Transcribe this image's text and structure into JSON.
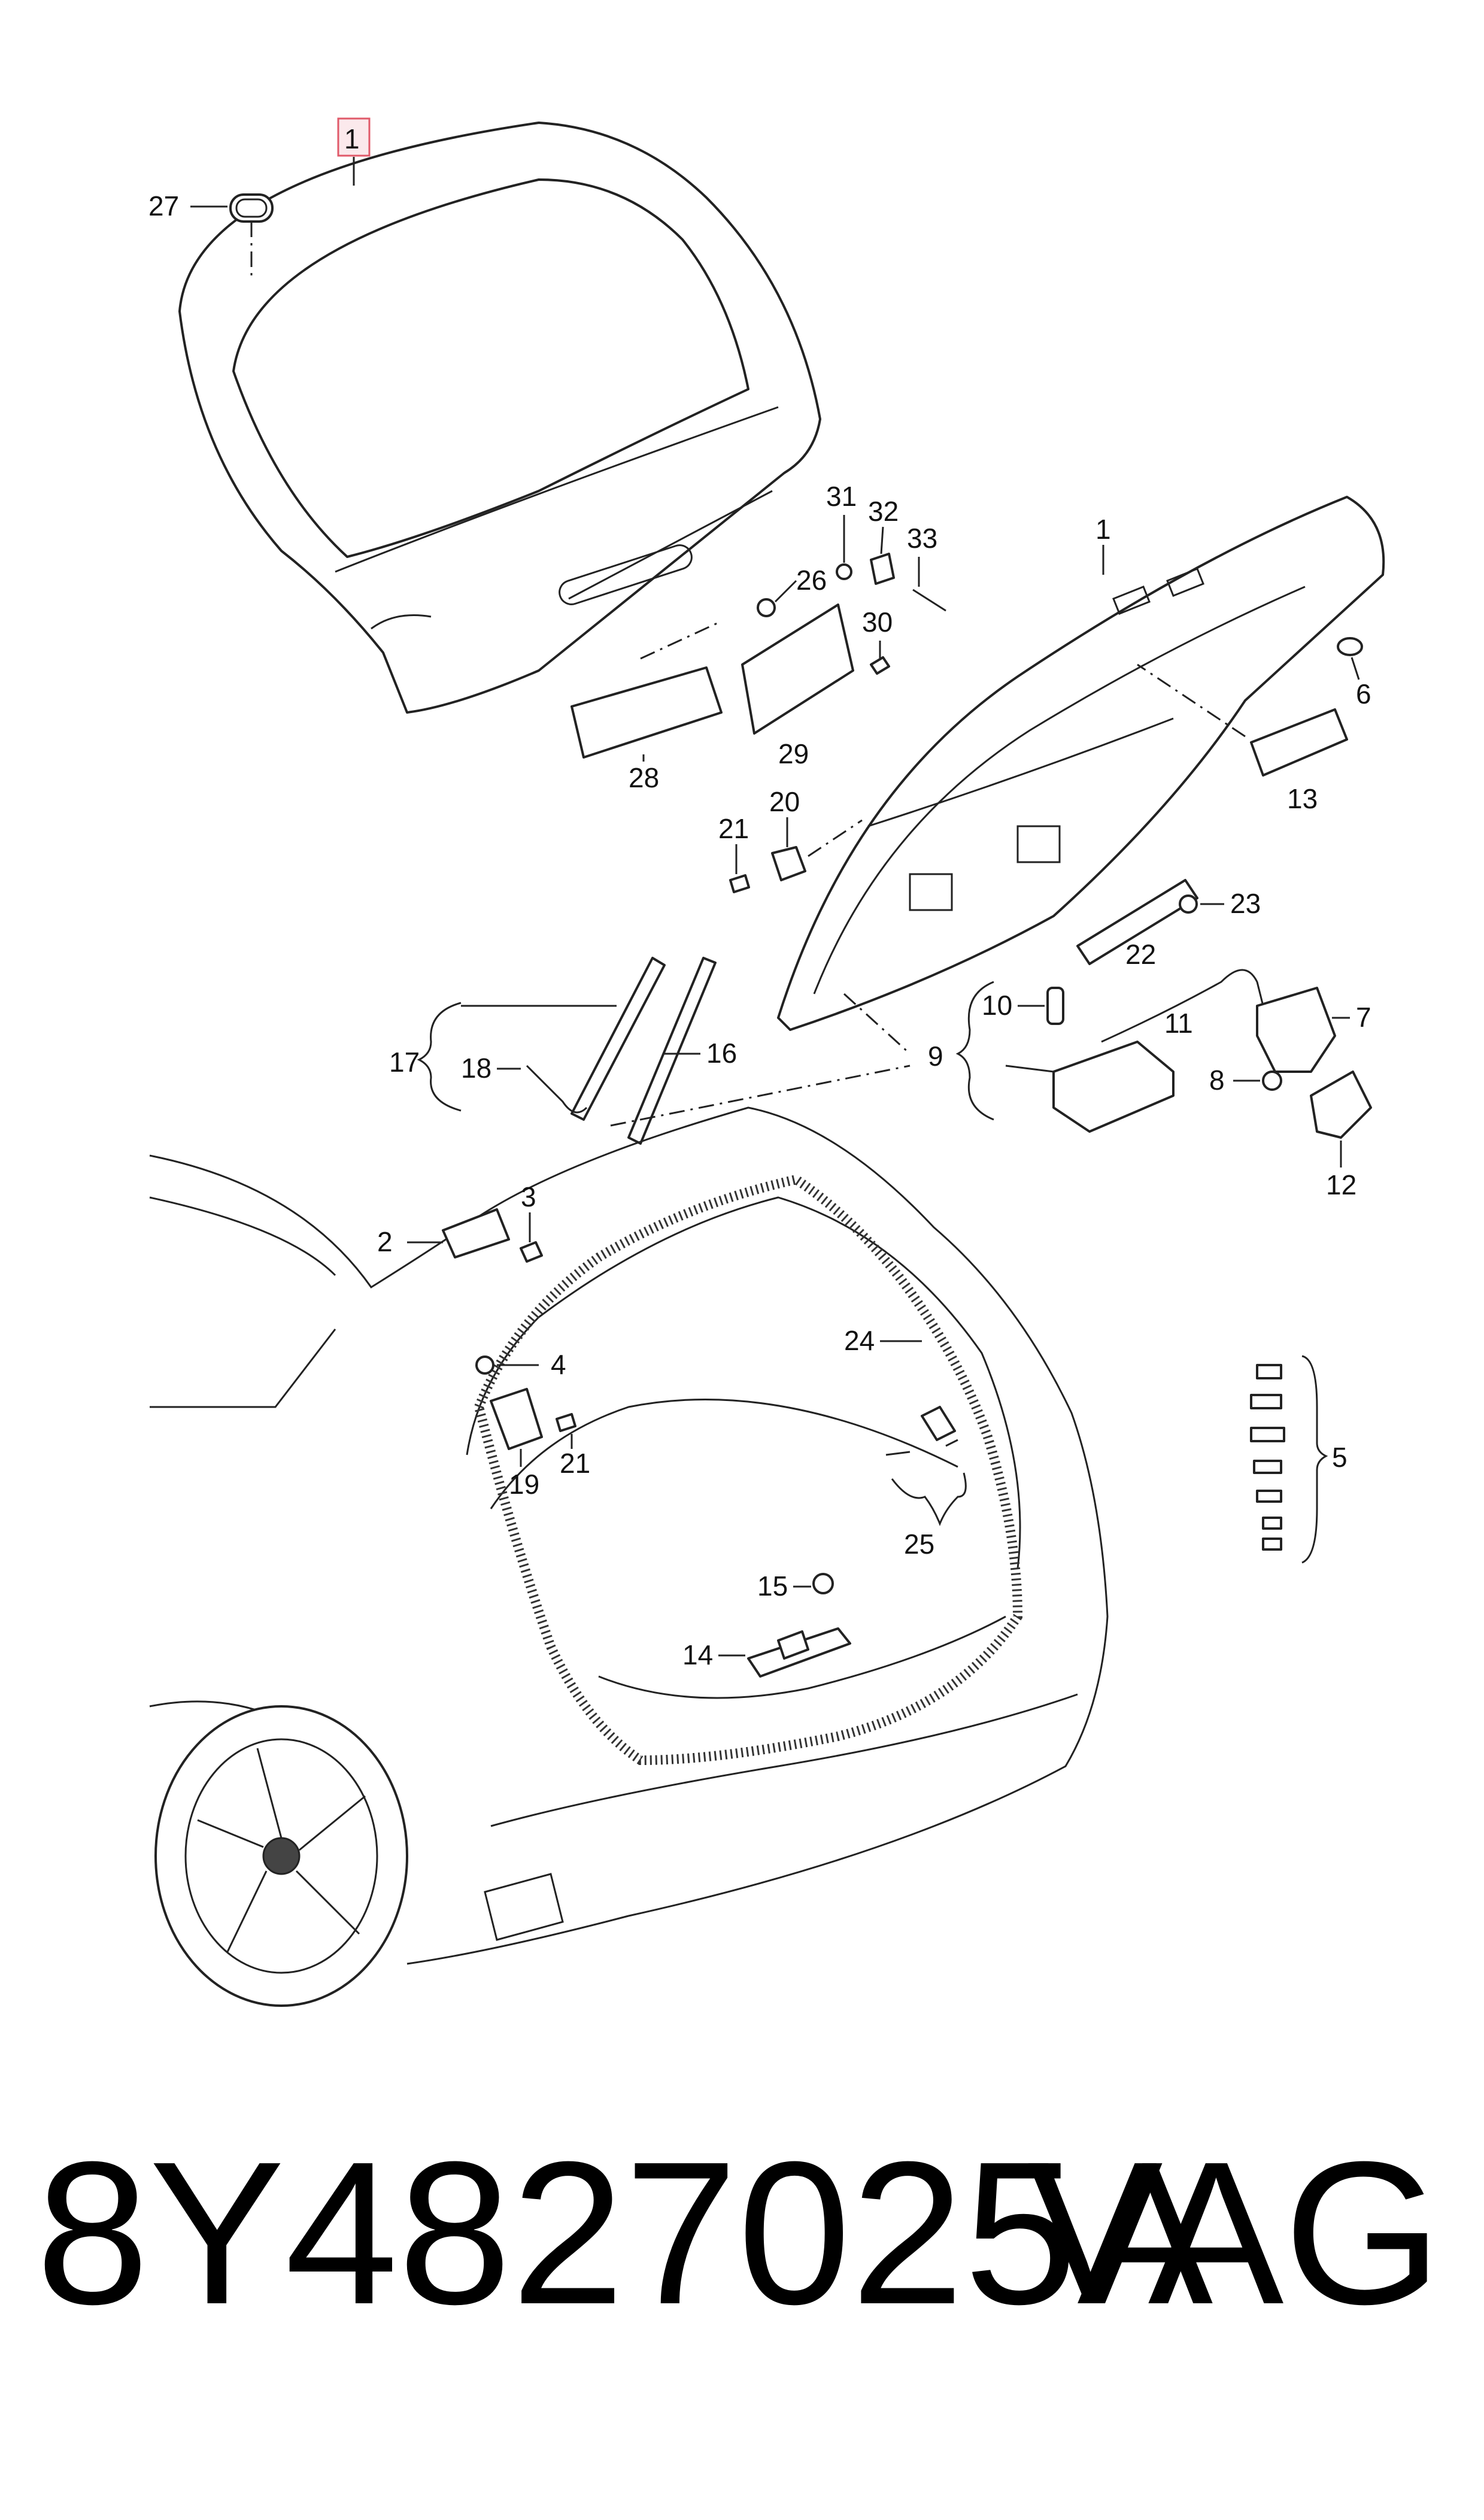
{
  "callouts": [
    "1",
    "2",
    "3",
    "4",
    "5",
    "6",
    "7",
    "8",
    "9",
    "10",
    "11",
    "12",
    "13",
    "14",
    "15",
    "16",
    "17",
    "18",
    "19",
    "20",
    "21",
    "22",
    "23",
    "24",
    "25",
    "26",
    "27",
    "28",
    "29",
    "30",
    "31",
    "32",
    "33"
  ],
  "labels": {
    "c1a": "1",
    "c1b": "1",
    "c2": "2",
    "c3": "3",
    "c4": "4",
    "c5": "5",
    "c6": "6",
    "c7": "7",
    "c8": "8",
    "c9": "9",
    "c10": "10",
    "c11": "11",
    "c12": "12",
    "c13": "13",
    "c14": "14",
    "c15": "15",
    "c16": "16",
    "c17": "17",
    "c18": "18",
    "c19": "19",
    "c20": "20",
    "c21a": "21",
    "c21b": "21",
    "c22": "22",
    "c23": "23",
    "c24": "24",
    "c25": "25",
    "c26": "26",
    "c27": "27",
    "c28": "28",
    "c29": "29",
    "c30": "30",
    "c31": "31",
    "c32": "32",
    "c33": "33"
  },
  "footer": {
    "part_number": "8Y4827025A",
    "brand": "VAG"
  },
  "colors": {
    "line": "#222222",
    "highlight": "#e05a6a",
    "background": "#ffffff"
  }
}
